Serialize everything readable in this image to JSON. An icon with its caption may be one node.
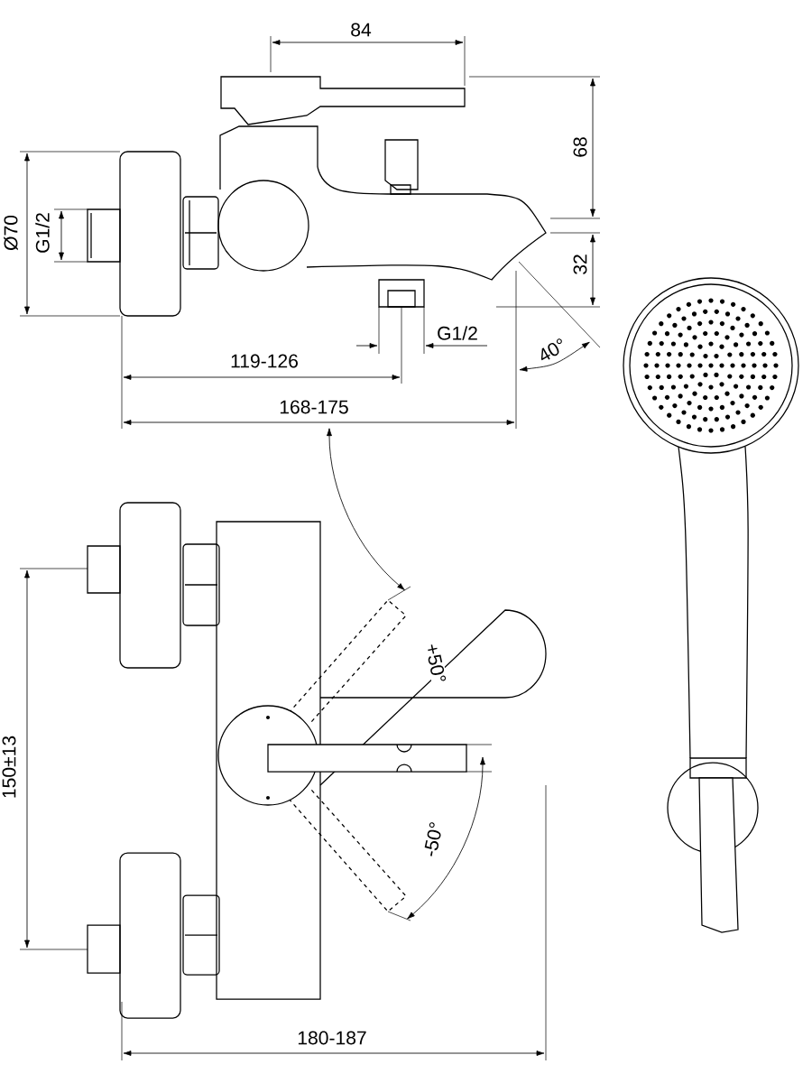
{
  "diagram": {
    "labels": [
      "84",
      "68",
      "Ø70",
      "G1/2",
      "32",
      "G1/2",
      "40°",
      "119-126",
      "168-175",
      "+50°",
      "150±13",
      "-50°",
      "180-187"
    ]
  }
}
